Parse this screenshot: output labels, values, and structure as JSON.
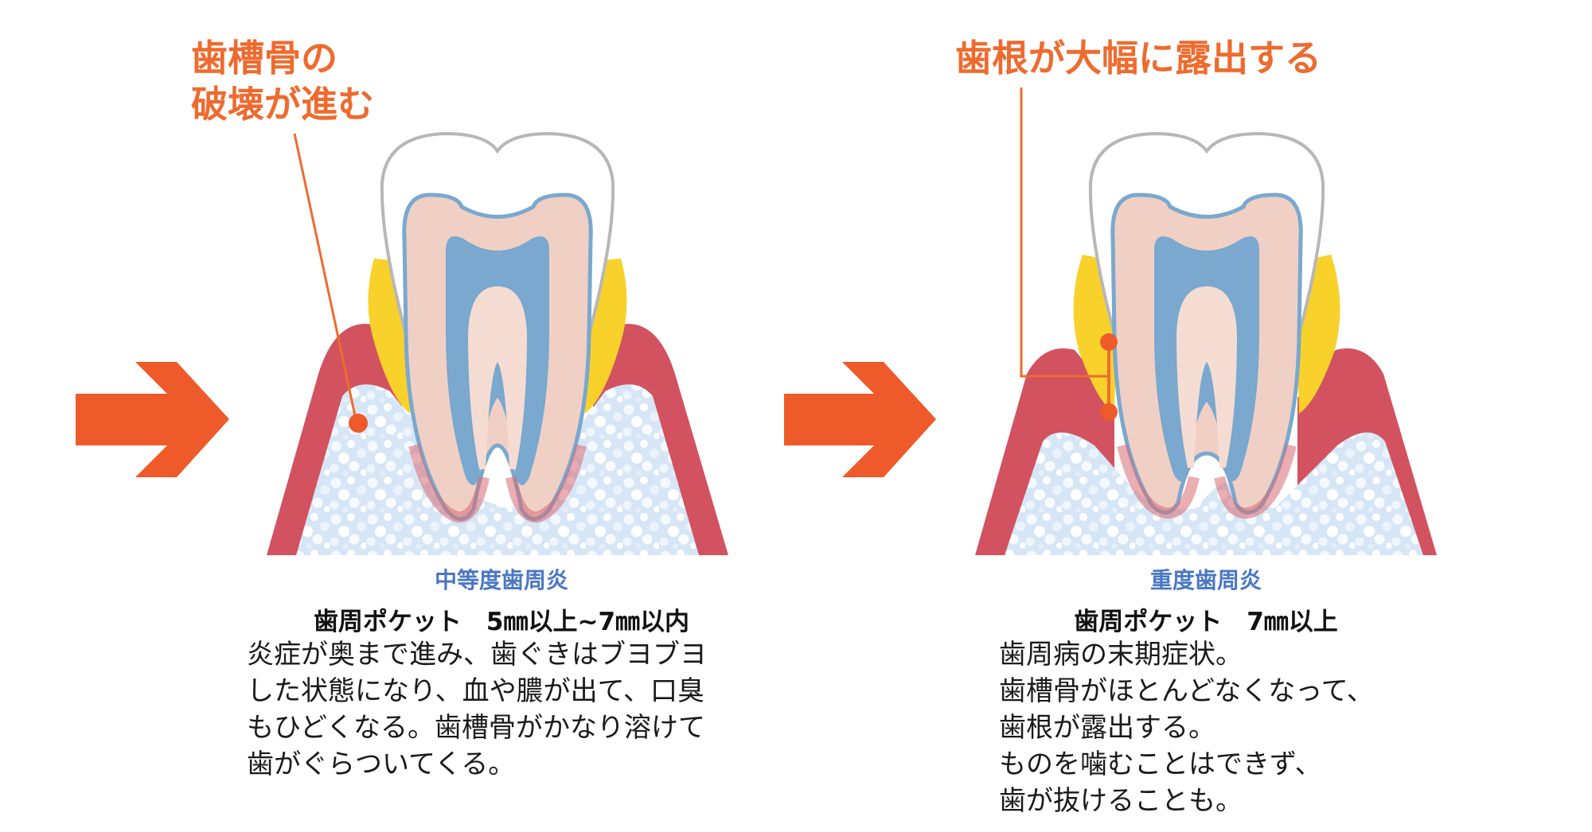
{
  "colors": {
    "accent_orange": "#EE6B2F",
    "title_blue": "#4A77C4",
    "gum_red": "#D2525F",
    "bone_blue": "#D8E8F7",
    "tartar_yellow": "#F8D12B",
    "dentin_pink": "#F0D0C4",
    "pulp_blue": "#7AA8CE"
  },
  "arrows": [
    {
      "icon": "right-arrow-icon"
    },
    {
      "icon": "right-arrow-icon"
    }
  ],
  "stages": [
    {
      "callout_lines": [
        "歯槽骨の",
        "破壊が進む"
      ],
      "title": "中等度歯周炎",
      "pocket": "歯周ポケット　5㎜以上~7㎜以内",
      "description_lines": [
        "炎症が奥まで進み、歯ぐきはブヨブヨ",
        "した状態になり、血や膿が出て、口臭",
        "もひどくなる。歯槽骨がかなり溶けて",
        "歯がぐらついてくる。"
      ]
    },
    {
      "callout_lines": [
        "歯根が大幅に露出する"
      ],
      "title": "重度歯周炎",
      "pocket": "歯周ポケット　7㎜以上",
      "description_lines": [
        "歯周病の末期症状。",
        "歯槽骨がほとんどなくなって、",
        "歯根が露出する。",
        "ものを噛むことはできず、",
        "歯が抜けることも。"
      ]
    }
  ]
}
